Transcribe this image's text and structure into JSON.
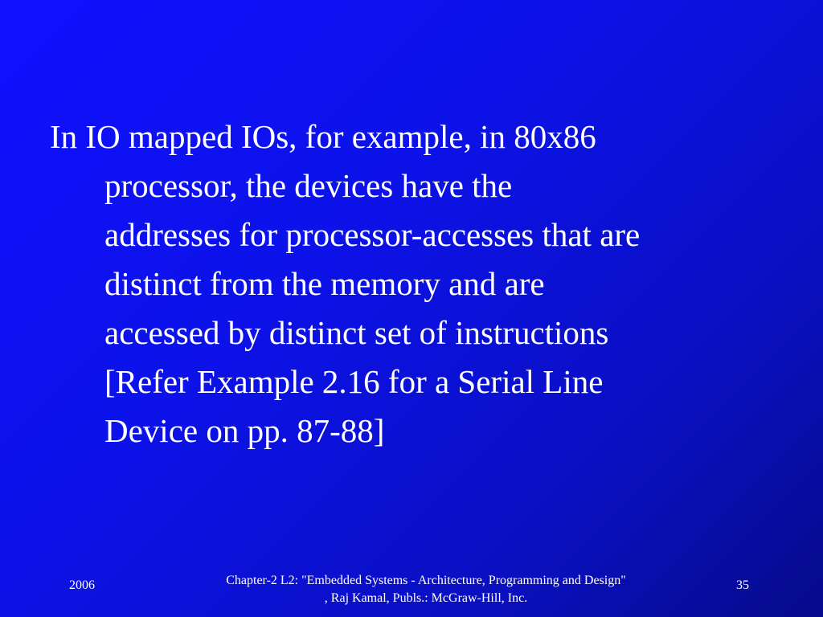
{
  "slide": {
    "body_text": "In IO mapped IOs, for example, in 80x86\nprocessor, the devices have the\naddresses for processor-accesses that are\ndistinct from the memory  and are\naccessed by distinct set of instructions\n[Refer Example 2.16 for a Serial Line\nDevice on pp. 87-88]"
  },
  "footer": {
    "year": "2006",
    "citation": "Chapter-2 L2: \"Embedded Systems - Architecture, Programming and Design\"\n, Raj Kamal, Publs.: McGraw-Hill, Inc.",
    "page_number": "35"
  }
}
